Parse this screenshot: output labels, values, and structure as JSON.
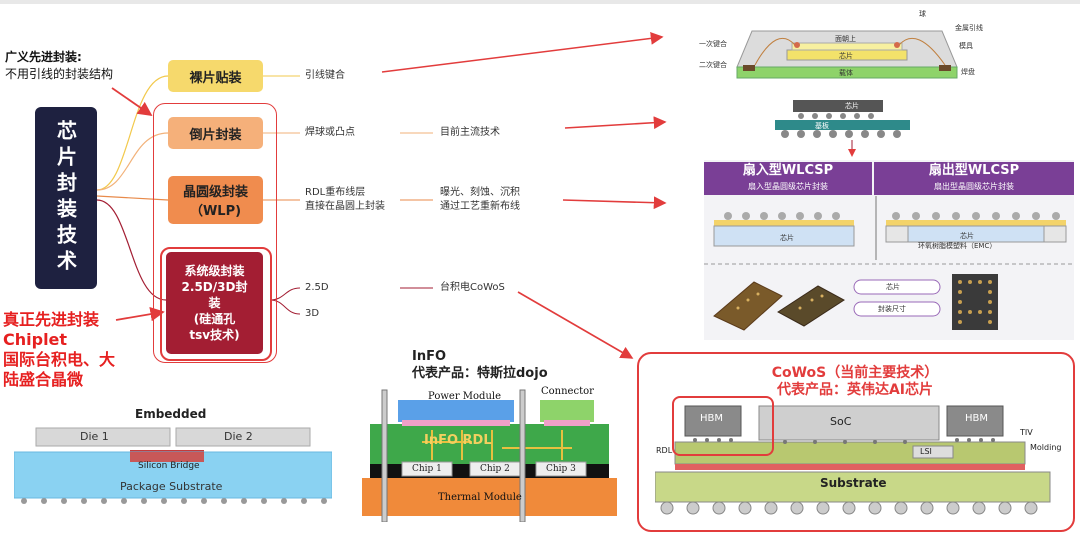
{
  "diagram": {
    "main_title": "芯片封装技术",
    "intro": {
      "line1": "广义先进封装:",
      "line2": "不用引线的封装结构"
    },
    "real_advanced": {
      "line1": "真正先进封装",
      "line2": "Chiplet",
      "line3": "国际台积电、大",
      "line4": "陆盛合晶微"
    },
    "branches": {
      "wire_bond": {
        "label": "裸片贴装",
        "method": "引线键合"
      },
      "flip_chip": {
        "label": "倒片封装",
        "method": "焊球或凸点",
        "note": "目前主流技术"
      },
      "wlp": {
        "label": "晶圆级封装（WLP)",
        "method1": "RDL重布线层",
        "method2": "直接在晶圆上封装",
        "note1": "曝光、刻蚀、沉积",
        "note2": "通过工艺重新布线"
      },
      "sip": {
        "line1": "系统级封装",
        "line2": "2.5D/3D封",
        "line3": "装",
        "line4": "(硅通孔",
        "line5": "tsv技术)",
        "opt_25d": "2.5D",
        "opt_3d": "3D",
        "note": "台积电CoWoS"
      }
    },
    "wire_bond_figure": {
      "ball": "球",
      "gold_wire": "金属引线",
      "first_bond": "一次键合",
      "second_bond": "二次键合",
      "die_face": "面朝上",
      "mold": "模具",
      "die": "芯片",
      "pad": "焊盘",
      "substrate": "载体"
    },
    "flip_figure": {
      "chip": "芯片",
      "substrate": "基板"
    },
    "wlcsp": {
      "fan_in": "扇入型WLCSP",
      "fan_in_sub": "扇入型晶圆级芯片封装",
      "fan_out": "扇出型WLCSP",
      "fan_out_sub": "扇出型晶圆级芯片封装",
      "chip_left": "芯片",
      "chip_right": "芯片",
      "emc": "环氧树脂模塑料（EMC）",
      "legend_chip": "芯片",
      "legend_size": "封装尺寸"
    },
    "embedded": {
      "title": "Embedded",
      "die1": "Die 1",
      "die2": "Die 2",
      "bridge": "Silicon Bridge",
      "substrate": "Package Substrate"
    },
    "info": {
      "title1": "InFO",
      "title2": "代表产品：特斯拉dojo",
      "power": "Power Module",
      "connector": "Connector",
      "rdl": "InFO RDL",
      "chip1": "Chip 1",
      "chip2": "Chip 2",
      "chip3": "Chip 3",
      "thermal": "Thermal Module"
    },
    "cowos": {
      "title1": "CoWoS（当前主要技术）",
      "title2": "代表产品：英伟达AI芯片",
      "hbm_left": "HBM",
      "soc": "SoC",
      "hbm_right": "HBM",
      "tiv": "TIV",
      "molding": "Molding",
      "rdl": "RDL",
      "lsi": "LSI",
      "substrate": "Substrate"
    },
    "colors": {
      "navy": "#1e2140",
      "yellow": "#f6d96c",
      "orange_light": "#f5b07a",
      "orange": "#f08c4e",
      "crimson": "#a31e33",
      "red": "#e23c3c",
      "purple": "#7a3f96"
    }
  }
}
